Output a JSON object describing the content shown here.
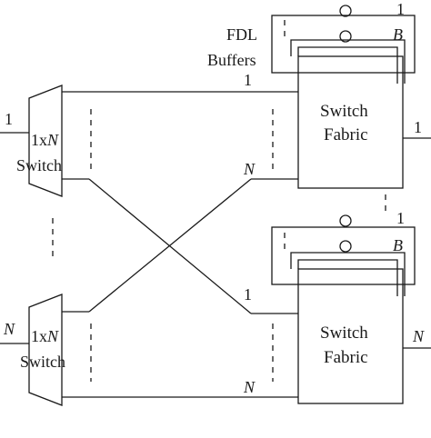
{
  "labels": {
    "fdl_line1": "FDL",
    "fdl_line2": "Buffers",
    "switch_fabric_line1": "Switch",
    "switch_fabric_line2": "Fabric",
    "splitter_line1": "1x",
    "splitter_italic": "N",
    "splitter_line2": "Switch",
    "port_1": "1",
    "port_N": "N",
    "buffer_B": "B"
  },
  "colors": {
    "line": "#1a1a1a",
    "background": "#ffffff"
  }
}
